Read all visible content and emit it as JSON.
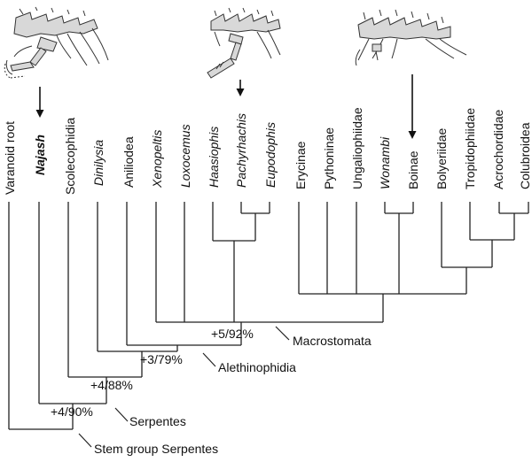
{
  "taxa": [
    {
      "label": "Varanoid root",
      "style": "normal"
    },
    {
      "label": "Najash",
      "style": "bold-italic"
    },
    {
      "label": "Scolecophidia",
      "style": "normal"
    },
    {
      "label": "Dinilysia",
      "style": "italic"
    },
    {
      "label": "Aniliodea",
      "style": "normal"
    },
    {
      "label": "Xenopeltis",
      "style": "italic"
    },
    {
      "label": "Loxocemus",
      "style": "italic"
    },
    {
      "label": "Haasiophis",
      "style": "italic"
    },
    {
      "label": "Pachyrhachis",
      "style": "italic"
    },
    {
      "label": "Eupodophis",
      "style": "italic"
    },
    {
      "label": "Erycinae",
      "style": "normal"
    },
    {
      "label": "Pythoninae",
      "style": "normal"
    },
    {
      "label": "Ungaliophiidae",
      "style": "normal"
    },
    {
      "label": "Wonambi",
      "style": "italic"
    },
    {
      "label": "Boinae",
      "style": "normal"
    },
    {
      "label": "Bolyeriidae",
      "style": "normal"
    },
    {
      "label": "Tropidophiidae",
      "style": "normal"
    },
    {
      "label": "Acrochordidae",
      "style": "normal"
    },
    {
      "label": "Colubroidea",
      "style": "normal"
    }
  ],
  "clades": [
    {
      "name": "Stem group Serpentes",
      "support": ""
    },
    {
      "name": "Serpentes",
      "support": "+4/90%"
    },
    {
      "name": "",
      "support": "+4/88%"
    },
    {
      "name": "Alethinophidia",
      "support": "+3/79%"
    },
    {
      "name": "Macrostomata",
      "support": "+5/92%"
    }
  ],
  "illustrations": [
    {
      "name": "najash-skeleton-icon",
      "points_to": "Najash"
    },
    {
      "name": "pachyrhachis-skeleton-icon",
      "points_to": "Pachyrhachis"
    },
    {
      "name": "boinae-skeleton-icon",
      "points_to": "Boinae"
    }
  ],
  "colors": {
    "line": "#222222",
    "bone": "#d8d8d8",
    "background": "#ffffff"
  }
}
